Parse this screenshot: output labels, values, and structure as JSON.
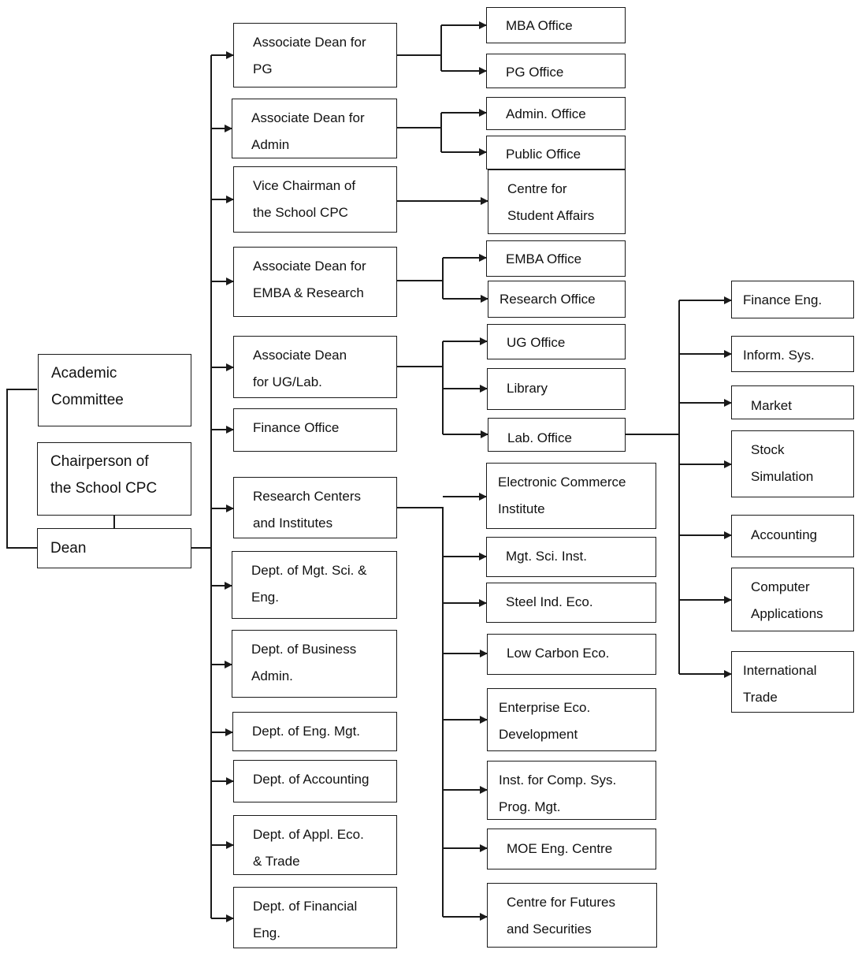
{
  "nodes": {
    "academic_committee": "Academic\nCommittee",
    "chairperson_cpc": "Chairperson of\nthe School CPC",
    "dean": "Dean",
    "assoc_dean_pg": "Associate Dean for\nPG",
    "assoc_dean_admin": "Associate Dean for\nAdmin",
    "vice_chairman_cpc": "Vice Chairman of\nthe School CPC",
    "assoc_dean_emba": "Associate Dean for\nEMBA & Research",
    "assoc_dean_ug": "Associate Dean\nfor UG/Lab.",
    "finance_office": "Finance Office",
    "research_centers": "Research Centers\nand Institutes",
    "dept_mgt_sci": "Dept. of Mgt. Sci. &\nEng.",
    "dept_business_admin": "Dept. of Business\nAdmin.",
    "dept_eng_mgt": "Dept. of Eng. Mgt.",
    "dept_accounting": "Dept. of Accounting",
    "dept_appl_eco": "Dept. of Appl. Eco.\n& Trade",
    "dept_financial_eng": "Dept. of Financial\nEng.",
    "mba_office": "MBA Office",
    "pg_office": "PG Office",
    "admin_office": "Admin. Office",
    "public_office": "Public Office",
    "centre_student_affairs": "Centre for\nStudent Affairs",
    "emba_office": "EMBA Office",
    "research_office": "Research Office",
    "ug_office": "UG Office",
    "library": "Library",
    "lab_office": "Lab. Office",
    "ecommerce_institute": "Electronic Commerce\nInstitute",
    "mgt_sci_inst": "Mgt. Sci. Inst.",
    "steel_ind_eco": "Steel Ind. Eco.",
    "low_carbon_eco": "Low Carbon Eco.",
    "enterprise_eco": "Enterprise Eco.\nDevelopment",
    "inst_comp_sys": "Inst. for Comp. Sys.\nProg. Mgt.",
    "moe_eng_centre": "MOE Eng. Centre",
    "centre_futures": "Centre for Futures\nand Securities",
    "lab_finance_eng": "Finance Eng.",
    "lab_inform_sys": "Inform. Sys.",
    "lab_market": "Market",
    "lab_stock_sim": "Stock\nSimulation",
    "lab_accounting": "Accounting",
    "lab_computer_app": "Computer\nApplications",
    "lab_intl_trade": "International\nTrade"
  },
  "colors": {
    "line": "#1a1a1a",
    "node_border": "#1a1a1a",
    "background": "#ffffff",
    "text": "#111111"
  }
}
